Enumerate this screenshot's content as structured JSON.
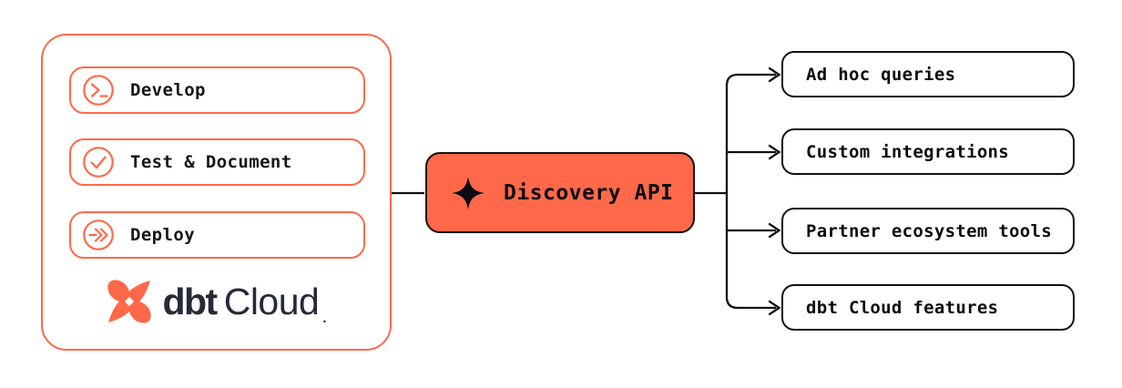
{
  "diagram": {
    "panel": {
      "steps": [
        {
          "label": "Develop",
          "icon": "terminal-prompt-icon"
        },
        {
          "label": "Test & Document",
          "icon": "check-circle-icon"
        },
        {
          "label": "Deploy",
          "icon": "deploy-arrows-icon"
        }
      ],
      "logo": {
        "bold": "dbt",
        "regular": "Cloud",
        "trademark": "."
      }
    },
    "api_node": {
      "label": "Discovery API",
      "icon": "sparkle-icon"
    },
    "consumers": [
      {
        "label": "Ad hoc queries"
      },
      {
        "label": "Custom integrations"
      },
      {
        "label": "Partner ecosystem tools"
      },
      {
        "label": "dbt Cloud features"
      }
    ],
    "colors": {
      "accent_orange": "#FF694A",
      "line": "#111111",
      "navy": "#262A38",
      "background": "#FFFFFF"
    }
  }
}
